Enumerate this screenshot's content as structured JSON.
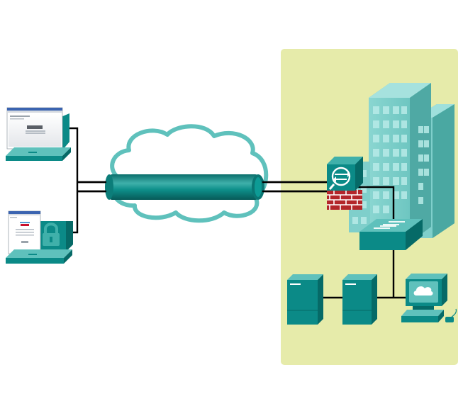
{
  "diagram": {
    "kind": "network-topology",
    "nodes": [
      {
        "id": "laptop-browser",
        "icon": "laptop-icon"
      },
      {
        "id": "laptop-secure",
        "icon": "laptop-lock-icon"
      },
      {
        "id": "internet",
        "icon": "cloud-icon"
      },
      {
        "id": "vpn-tunnel",
        "icon": "tunnel-pipe-icon"
      },
      {
        "id": "asa-firewall",
        "icon": "firewall-icon"
      },
      {
        "id": "lan-switch",
        "icon": "switch-icon"
      },
      {
        "id": "server-1",
        "icon": "server-icon"
      },
      {
        "id": "server-2",
        "icon": "server-icon"
      },
      {
        "id": "workstation",
        "icon": "workstation-icon"
      },
      {
        "id": "headquarters-building",
        "icon": "building-icon"
      }
    ],
    "links": [
      [
        "laptop-browser",
        "vpn-tunnel"
      ],
      [
        "laptop-secure",
        "vpn-tunnel"
      ],
      [
        "vpn-tunnel",
        "asa-firewall"
      ],
      [
        "asa-firewall",
        "lan-switch"
      ],
      [
        "lan-switch",
        "server-1"
      ],
      [
        "lan-switch",
        "server-2"
      ],
      [
        "lan-switch",
        "workstation"
      ]
    ],
    "colors": {
      "teal": "#0b8a87",
      "teal_dark": "#076866",
      "teal_light": "#5fc1bc",
      "cloud_fill": "#ffffff",
      "cloud_stroke": "#5fc1bc",
      "enterprise_zone": "#e6ebaa",
      "building": "#7fcfcb",
      "brick": "#b3262a",
      "link": "#000000"
    }
  }
}
